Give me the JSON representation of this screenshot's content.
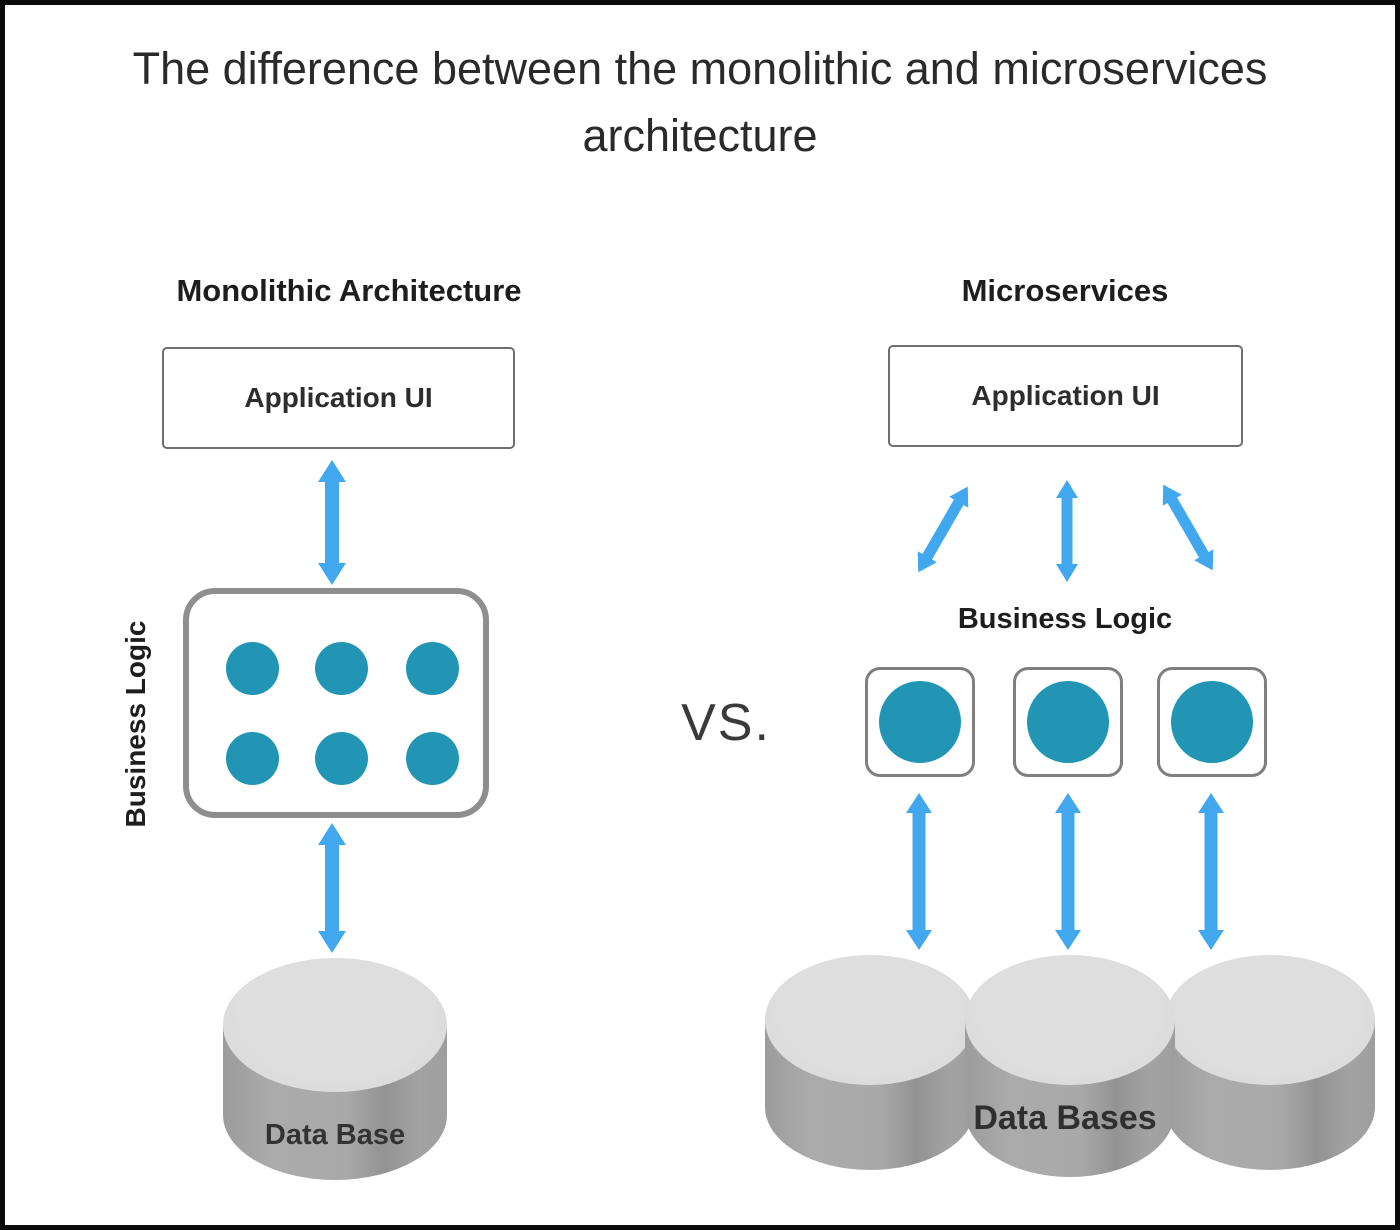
{
  "title": {
    "line1": "The difference between the monolithic and microservices",
    "line2": "architecture"
  },
  "vs_label": "VS.",
  "monolithic": {
    "heading": "Monolithic Architecture",
    "app_ui_label": "Application UI",
    "business_logic_label": "Business Logic",
    "database_label": "Data Base",
    "service_dot_count": 6
  },
  "microservices": {
    "heading": "Microservices",
    "app_ui_label": "Application UI",
    "business_logic_label": "Business Logic",
    "databases_label": "Data Bases",
    "service_count": 3,
    "database_count": 3
  },
  "colors": {
    "arrow_blue": "#41A8F0",
    "service_teal": "#2295B4",
    "cylinder_top": "#DBDBDB",
    "cylinder_body": "#A6A6A6",
    "box_border": "#6E6E6E",
    "rounded_border": "#8E8E8E",
    "frame_border": "#0A0A0A"
  }
}
